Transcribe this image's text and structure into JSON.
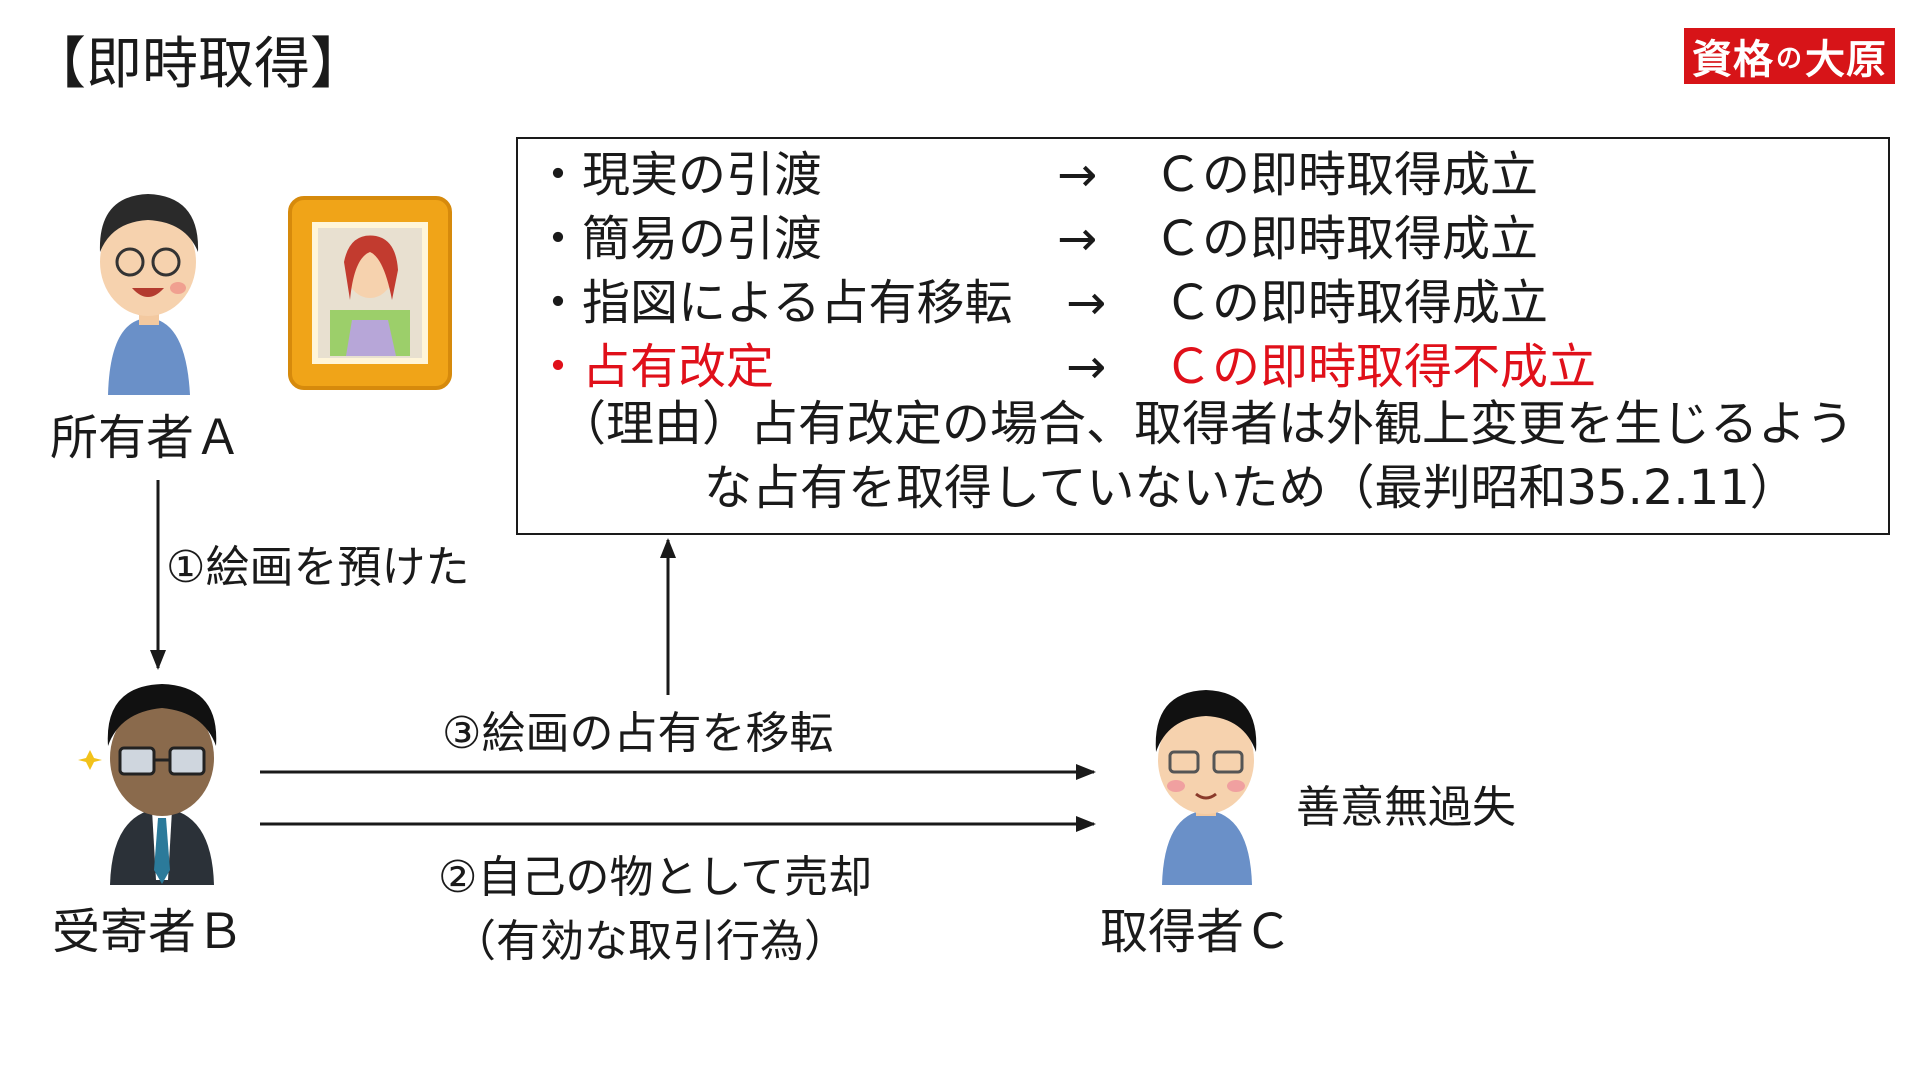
{
  "title": "【即時取得】",
  "logo": {
    "part1": "資格",
    "part2": "の",
    "part3": "大原"
  },
  "actors": {
    "a": "所有者Ａ",
    "b": "受寄者Ｂ",
    "c": "取得者Ｃ"
  },
  "relations": {
    "deposit": "①絵画を預けた",
    "transfer": "③絵画の占有を移転",
    "sale_line1": "②自己の物として売却",
    "sale_line2": "（有効な取引行為）",
    "good_faith": "善意無過失"
  },
  "rules": [
    {
      "item": "・現実の引渡",
      "arrow": "→",
      "result": "Ｃの即時取得成立",
      "highlight": false
    },
    {
      "item": "・簡易の引渡",
      "arrow": "→",
      "result": "Ｃの即時取得成立",
      "highlight": false
    },
    {
      "item": "・指図による占有移転",
      "arrow": "→",
      "result": "Ｃの即時取得成立",
      "highlight": false
    },
    {
      "item": "・占有改定",
      "arrow": "→",
      "result": "Ｃの即時取得不成立",
      "highlight": true
    }
  ],
  "reason": {
    "line1": "（理由）占有改定の場合、取得者は外観上変更を生じるよう",
    "line2": "な占有を取得していないため（最判昭和35.2.11）"
  },
  "colors": {
    "text": "#1a1a1a",
    "highlight": "#e0101a",
    "logo_bg": "#d71418",
    "frame_gold": "#f0a418",
    "shirt_blue": "#6a90c8",
    "suit_dark": "#2b3138"
  }
}
